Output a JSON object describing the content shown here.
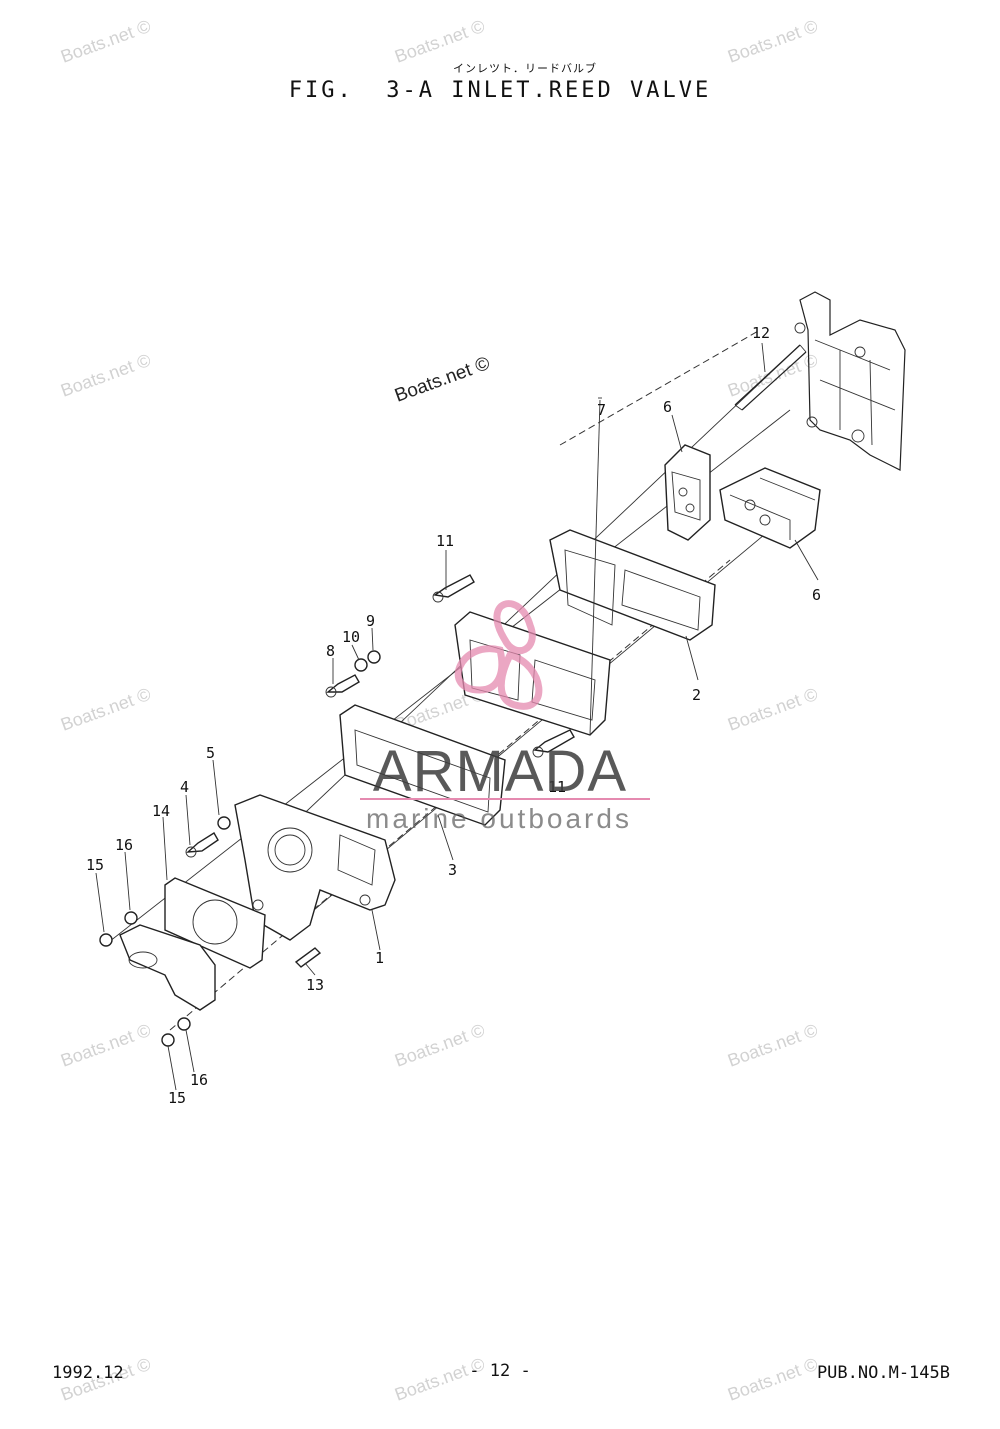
{
  "header": {
    "subtitle_jp": "インレツト．リードバルブ",
    "title": "FIG.  3-A INLET.REED VALVE"
  },
  "watermark": {
    "text": "Boats.net ©"
  },
  "logo": {
    "name": "ARMADA",
    "tagline": "marine outboards",
    "accent_color": "#e58ab0"
  },
  "callouts": [
    "12",
    "6",
    "6",
    "11",
    "2",
    "9",
    "10",
    "8",
    "7",
    "11",
    "5",
    "3",
    "4",
    "14",
    "16",
    "15",
    "1",
    "13",
    "16",
    "15"
  ],
  "footer": {
    "date": "1992.12",
    "page": "- 12 -",
    "pub": "PUB.NO.M-145B"
  }
}
